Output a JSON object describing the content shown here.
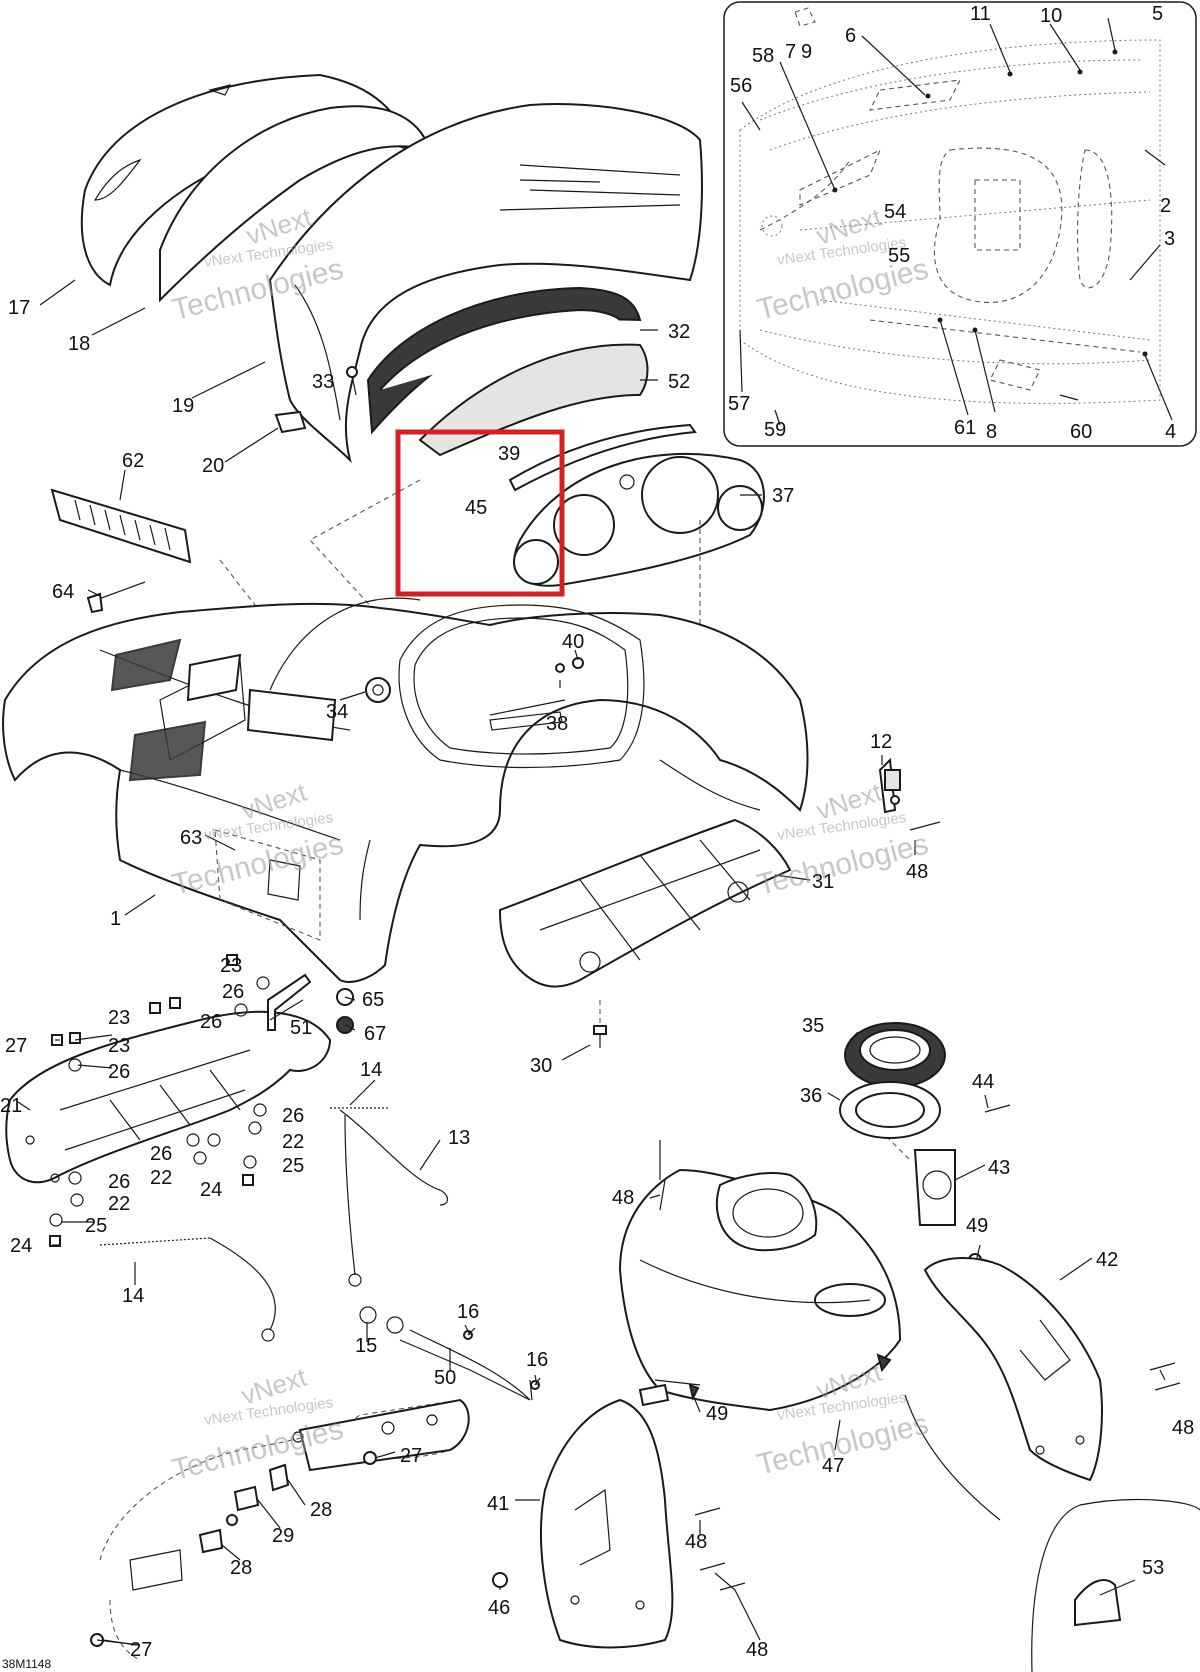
{
  "diagram_code": "38M1148",
  "watermark": {
    "company": "vNext Technologies",
    "word1": "vNext",
    "word2": "Technologies"
  },
  "colors": {
    "highlight_box": "#d42020",
    "line": "#1a1a1a"
  },
  "callouts": {
    "c1": "1",
    "c2": "2",
    "c3": "3",
    "c4": "4",
    "c5": "5",
    "c6": "6",
    "c7": "7",
    "c8": "8",
    "c9": "9",
    "c10": "10",
    "c11": "11",
    "c12": "12",
    "c13": "13",
    "c14a": "14",
    "c14b": "14",
    "c15": "15",
    "c16a": "16",
    "c16b": "16",
    "c17": "17",
    "c18": "18",
    "c19": "19",
    "c20": "20",
    "c21": "21",
    "c22a": "22",
    "c22b": "22",
    "c22c": "22",
    "c23a": "23",
    "c23b": "23",
    "c23c": "23",
    "c24a": "24",
    "c24b": "24",
    "c25a": "25",
    "c25b": "25",
    "c26a": "26",
    "c26b": "26",
    "c26c": "26",
    "c26d": "26",
    "c26e": "26",
    "c26f": "26",
    "c27a": "27",
    "c27b": "27",
    "c27c": "27",
    "c28a": "28",
    "c28b": "28",
    "c29": "29",
    "c30": "30",
    "c31": "31",
    "c32": "32",
    "c33": "33",
    "c34": "34",
    "c35": "35",
    "c36": "36",
    "c37": "37",
    "c38": "38",
    "c39": "39",
    "c40": "40",
    "c41": "41",
    "c42": "42",
    "c43": "43",
    "c44": "44",
    "c45": "45",
    "c46": "46",
    "c47": "47",
    "c48a": "48",
    "c48b": "48",
    "c48c": "48",
    "c48d": "48",
    "c48e": "48",
    "c49a": "49",
    "c49b": "49",
    "c50": "50",
    "c51": "51",
    "c52": "52",
    "c53": "53",
    "c54": "54",
    "c55": "55",
    "c56": "56",
    "c57": "57",
    "c58": "58",
    "c59": "59",
    "c60": "60",
    "c61": "61",
    "c62": "62",
    "c63": "63",
    "c64": "64",
    "c65": "65",
    "c67": "67"
  }
}
